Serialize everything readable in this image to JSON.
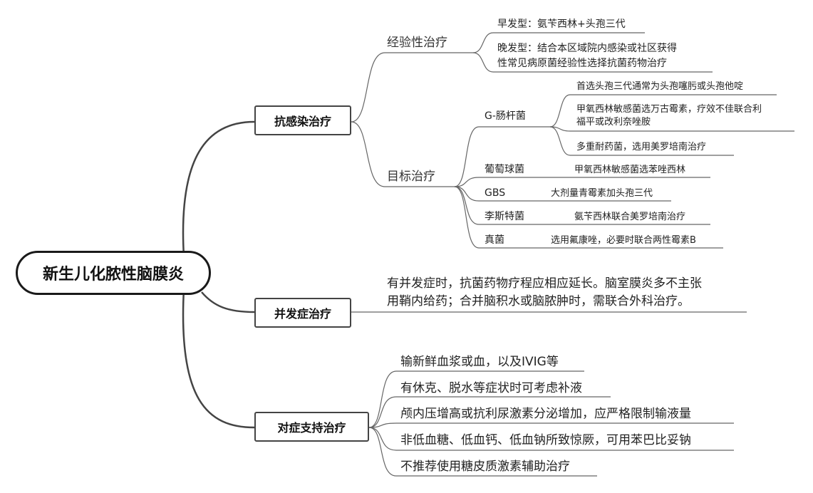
{
  "root": "新生儿化脓性脑膜炎",
  "branches": {
    "anti": {
      "label": "抗感染治疗",
      "empirical": {
        "label": "经验性治疗",
        "early": "早发型：氨苄西林+头孢三代",
        "late_line1": "晚发型：结合本区域院内感染或社区获得",
        "late_line2": "性常见病原菌经验性选择抗菌药物治疗"
      },
      "targeted": {
        "label": "目标治疗",
        "gneg": {
          "label": "G-肠杆菌",
          "item1": "首选头孢三代通常为头孢噻肟或头孢他啶",
          "item2_line1": "甲氧西林敏感菌选万古霉素，疗效不佳联合利",
          "item2_line2": "福平或改利奈唑胺",
          "item3": "多重耐药菌，选用美罗培南治疗"
        },
        "staph": {
          "label": "葡萄球菌",
          "detail": "甲氧西林敏感菌选苯唑西林"
        },
        "gbs": {
          "label": "GBS",
          "detail": "大剂量青霉素加头孢三代"
        },
        "listeria": {
          "label": "李斯特菌",
          "detail": "氨苄西林联合美罗培南治疗"
        },
        "fungus": {
          "label": "真菌",
          "detail": "选用氟康唑，必要时联合两性霉素B"
        }
      }
    },
    "complication": {
      "label": "并发症治疗",
      "line1": "有并发症时，抗菌药物疗程应相应延长。脑室膜炎多不主张",
      "line2": "用鞘内给药；合并脑积水或脑脓肿时，需联合外科治疗。"
    },
    "support": {
      "label": "对症支持治疗",
      "items": [
        "输新鲜血浆或血，以及IVIG等",
        "有休克、脱水等症状时可考虑补液",
        "颅内压增高或抗利尿激素分泌增加，应严格限制输液量",
        "非低血糖、低血钙、低血钠所致惊厥，可用苯巴比妥钠",
        "不推荐使用糖皮质激素辅助治疗"
      ]
    }
  }
}
